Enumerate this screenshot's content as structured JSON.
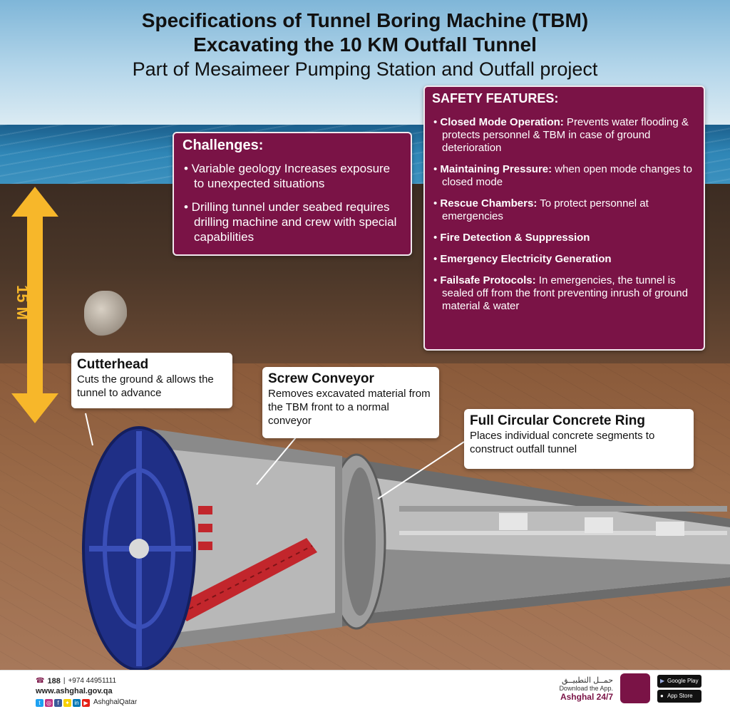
{
  "title": {
    "line1": "Specifications of Tunnel Boring Machine (TBM)",
    "line2": "Excavating the 10 KM Outfall Tunnel",
    "line3": "Part of Mesaimeer Pumping Station and Outfall project"
  },
  "depth_label": "15 M",
  "challenges": {
    "heading": "Challenges:",
    "items": [
      "• Variable geology Increases exposure to unexpected situations",
      "• Drilling tunnel under seabed requires drilling machine and crew with special capabilities"
    ]
  },
  "safety": {
    "heading": "SAFETY FEATURES:",
    "items": [
      {
        "title": "Closed Mode Operation:",
        "text": " Prevents water flooding & protects personnel & TBM in case of ground deterioration"
      },
      {
        "title": "Maintaining Pressure:",
        "text": " when open mode changes to closed mode"
      },
      {
        "title": "Rescue Chambers:",
        "text": " To protect personnel at emergencies"
      },
      {
        "title": "Fire Detection & Suppression",
        "text": ""
      },
      {
        "title": "Emergency Electricity Generation",
        "text": ""
      },
      {
        "title": "Failsafe Protocols:",
        "text": " In emergencies, the tunnel is sealed off from the front preventing inrush of ground material & water"
      }
    ]
  },
  "callouts": {
    "cutterhead": {
      "title": "Cutterhead",
      "text": "Cuts the ground & allows the tunnel to advance"
    },
    "screw": {
      "title": "Screw Conveyor",
      "text": "Removes excavated material from the TBM front to a normal conveyor"
    },
    "ring": {
      "title": "Full Circular Concrete Ring",
      "text": "Places individual concrete segments to construct outfall tunnel"
    }
  },
  "footer": {
    "hotline": "188",
    "phone": "+974 44951111",
    "website": "www.ashghal.gov.qa",
    "handle": "AshghalQatar",
    "app_arabic": "حمــل التطبيــق",
    "download": "Download the App.",
    "brand": "Ashghal 24/7",
    "google_play": "Google Play",
    "app_store": "App Store"
  },
  "colors": {
    "panel": "#7a1346",
    "arrow": "#f7b72a",
    "cutterhead": "#1f2f86",
    "screw": "#c2262c"
  }
}
